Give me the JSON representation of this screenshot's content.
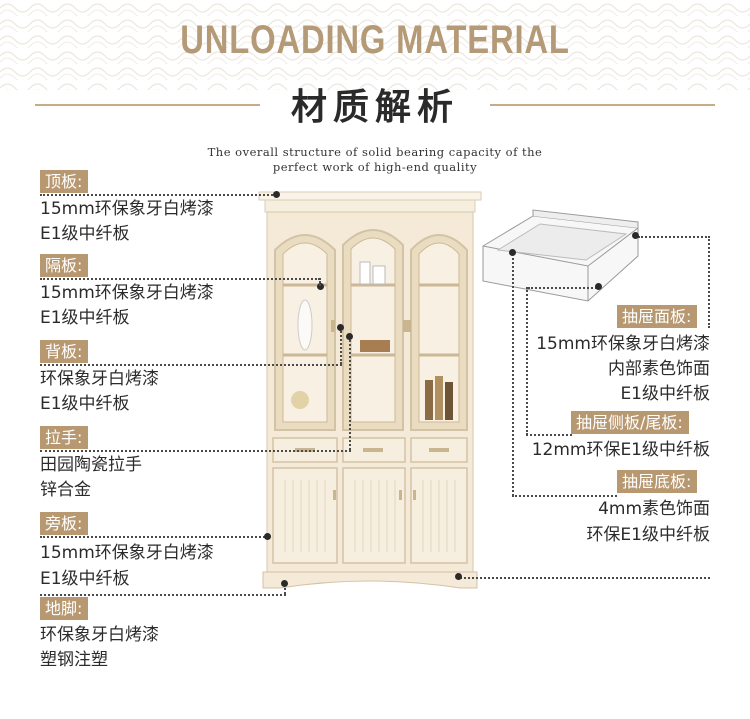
{
  "header": {
    "title_en": "UNLOADING MATERIAL",
    "title_cn": "材质解析",
    "desc_line1": "The overall structure of solid bearing capacity of the",
    "desc_line2": "perfect work of high-end quality"
  },
  "left_labels": [
    {
      "tag": "顶板:",
      "lines": [
        "15mm环保象牙白烤漆",
        "E1级中纤板"
      ]
    },
    {
      "tag": "隔板:",
      "lines": [
        "15mm环保象牙白烤漆",
        "E1级中纤板"
      ]
    },
    {
      "tag": "背板:",
      "lines": [
        "环保象牙白烤漆",
        "E1级中纤板"
      ]
    },
    {
      "tag": "拉手:",
      "lines": [
        "田园陶瓷拉手",
        "锌合金"
      ]
    },
    {
      "tag": "旁板:",
      "lines": [
        "15mm环保象牙白烤漆",
        "E1级中纤板"
      ]
    },
    {
      "tag": "地脚:",
      "lines": [
        "环保象牙白烤漆",
        "塑钢注塑"
      ]
    }
  ],
  "right_labels": [
    {
      "tag": "抽屉面板:",
      "lines": [
        "15mm环保象牙白烤漆",
        "内部素色饰面",
        "E1级中纤板"
      ]
    },
    {
      "tag": "抽屉侧板/尾板:",
      "lines": [
        "12mm环保E1级中纤板"
      ]
    },
    {
      "tag": "抽屉底板:",
      "lines": [
        "4mm素色饰面",
        "环保E1级中纤板"
      ]
    }
  ],
  "colors": {
    "accent": "#b79870",
    "title": "#b59a78",
    "furniture": "#f3e9d6"
  }
}
